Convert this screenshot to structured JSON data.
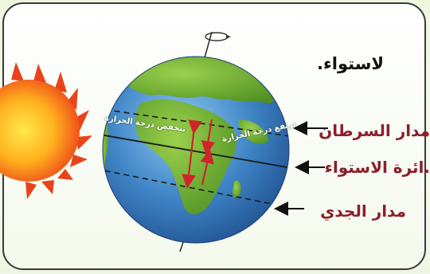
{
  "labels": {
    "top": "لاستواء.",
    "tropic_cancer": "مدار السرطان",
    "equator": ".ائرة الاستواء",
    "tropic_capricorn": "مدار الجدي"
  },
  "globe_text": {
    "temperature_decrease": "تنخفض درجة الحرارة",
    "temperature_increase": "ترتفع درجة الحرارة"
  },
  "colors": {
    "ocean": "#3f84c6",
    "land": "#6cab2c",
    "label_text": "#8a1f2c",
    "sun": "#f26a1b",
    "arrow": "#d1232a"
  },
  "icons": [
    "sun-icon",
    "earth-globe-icon",
    "rotation-arrow-icon"
  ]
}
